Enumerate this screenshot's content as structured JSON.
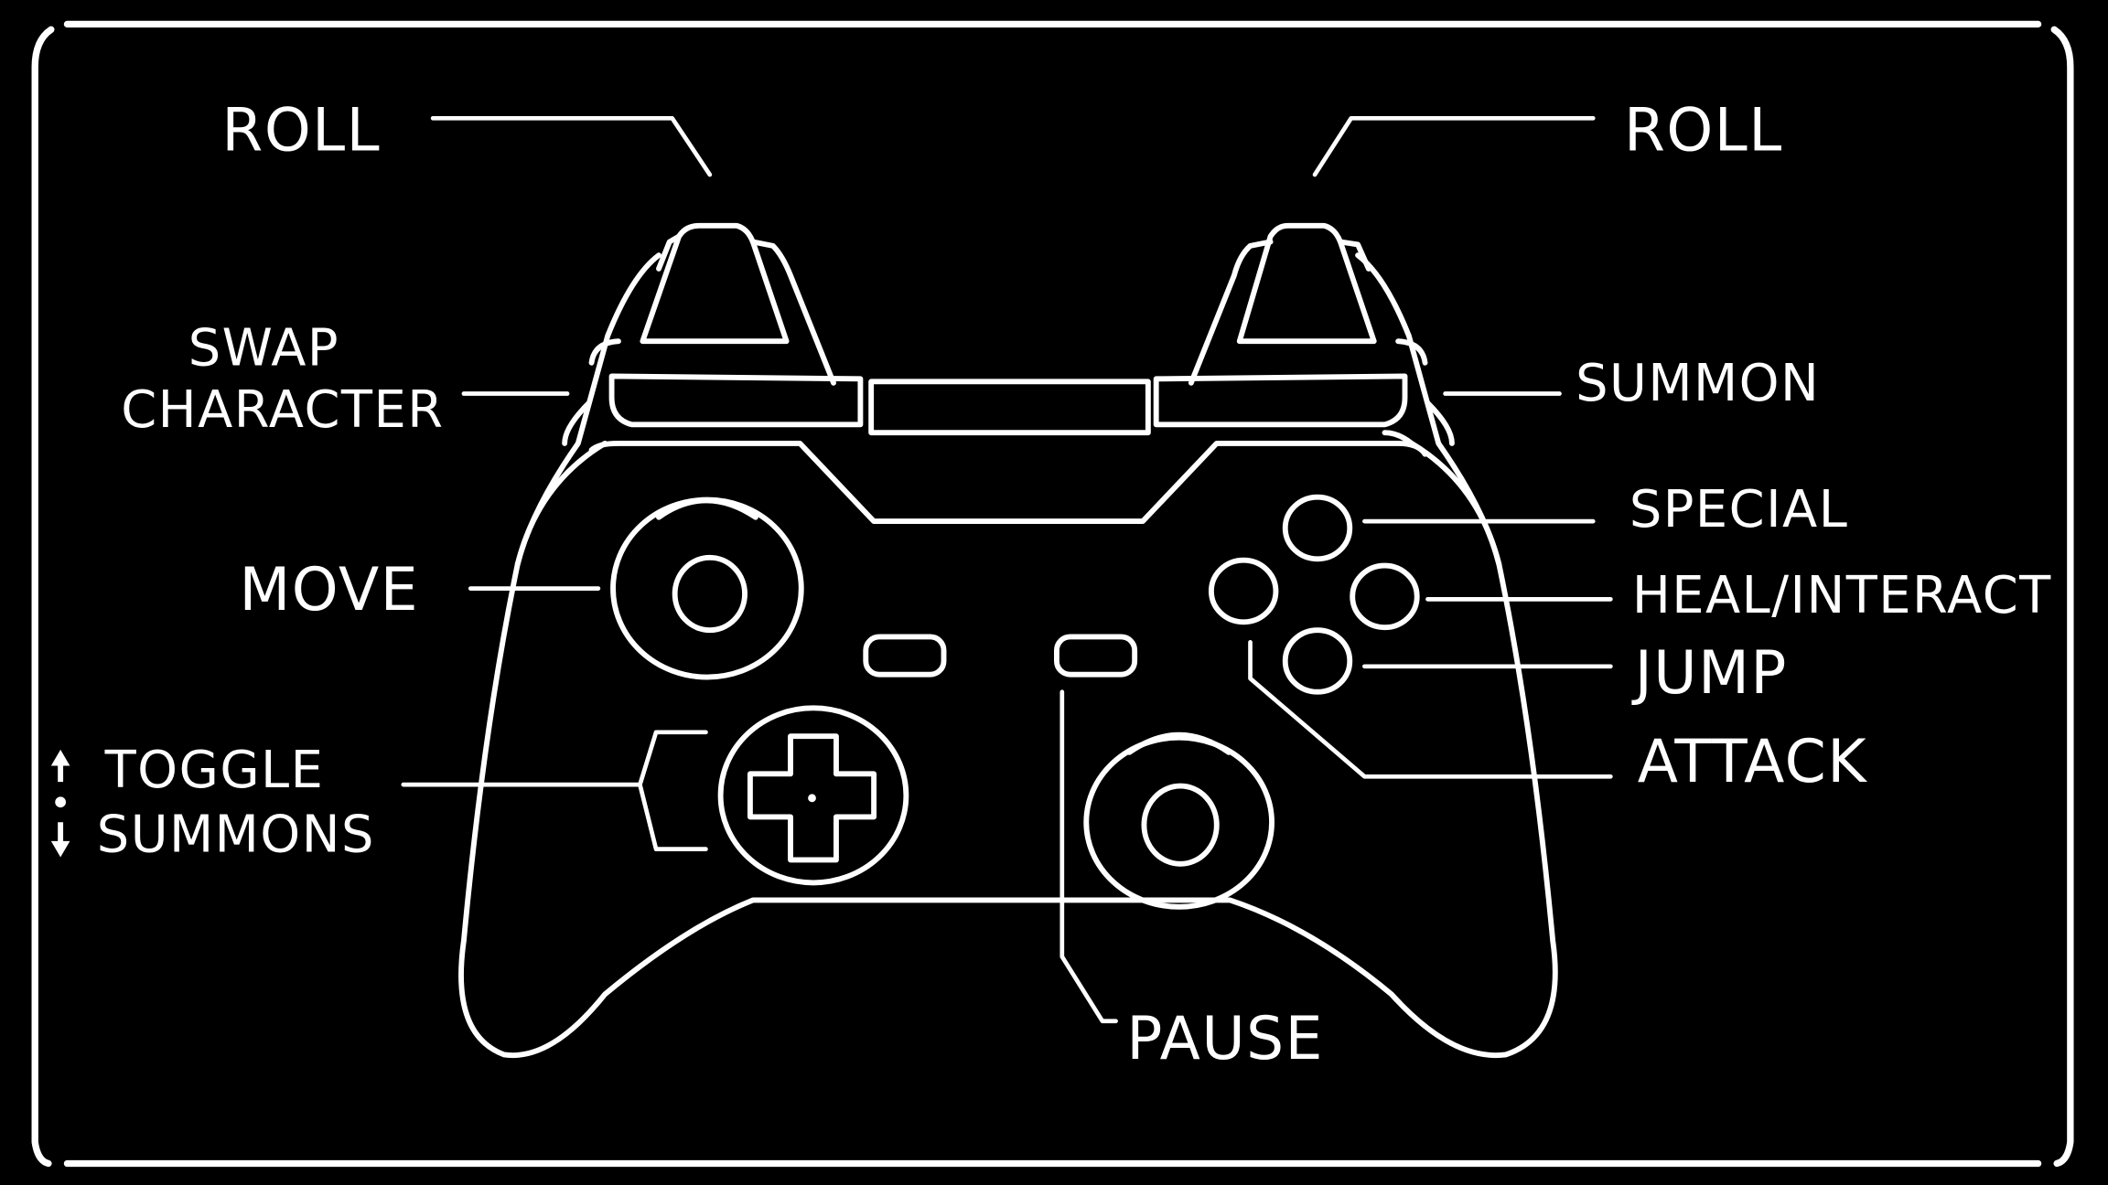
{
  "title": "Controller Layout",
  "colors": {
    "background": "#000000",
    "lines": "#ffffff"
  },
  "labels": {
    "left_bumper_top": "ROLL",
    "right_bumper_top": "ROLL",
    "left_trigger": [
      "SWAP",
      "CHARACTER"
    ],
    "right_trigger": "SUMMON",
    "left_stick": "MOVE",
    "dpad": [
      "TOGGLE",
      "SUMMONS"
    ],
    "button_top": "SPECIAL",
    "button_right": "HEAL/INTERACT",
    "button_bottom": "JUMP",
    "button_left": "ATTACK",
    "menu_button": "PAUSE"
  },
  "dpad_indicator": {
    "up_icon": "arrow-up",
    "down_icon": "arrow-down",
    "separator": "dot"
  }
}
